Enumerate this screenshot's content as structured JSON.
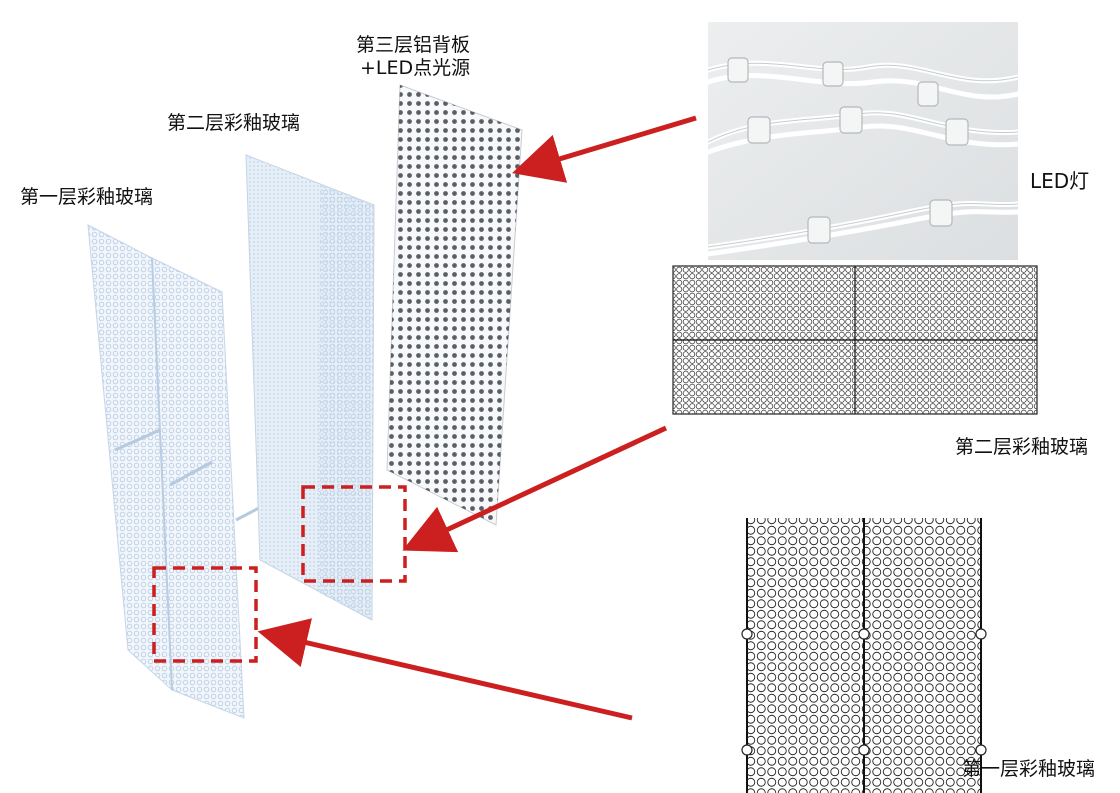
{
  "labels": {
    "layer3_line1": "第三层铝背板",
    "layer3_line2": "+LED点光源",
    "layer2": "第二层彩釉玻璃",
    "layer1": "第一层彩釉玻璃",
    "led": "LED灯",
    "detail_layer2": "第二层彩釉玻璃",
    "detail_layer1": "第一层彩釉玻璃"
  },
  "colors": {
    "arrow": "#cc1f1f",
    "dash_box": "#cc1f1f",
    "glass_light": "#eef4fb",
    "glass_dot": "#b8cfe6",
    "panel_dark": "#3a3f46",
    "line": "#222222"
  },
  "icons": {
    "arrow": "red-arrow-icon",
    "photo": "led-string-photo"
  }
}
